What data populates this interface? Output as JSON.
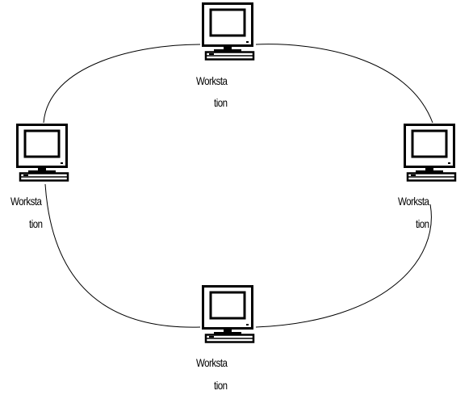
{
  "diagram": {
    "nodes": [
      {
        "id": "top",
        "label_line1": "Worksta",
        "label_line2": "tion"
      },
      {
        "id": "left",
        "label_line1": "Worksta",
        "label_line2": "tion"
      },
      {
        "id": "right",
        "label_line1": "Worksta",
        "label_line2": "tion"
      },
      {
        "id": "bottom",
        "label_line1": "Worksta",
        "label_line2": "tion"
      }
    ],
    "edges": [
      {
        "from": "top",
        "to": "right"
      },
      {
        "from": "right",
        "to": "bottom"
      },
      {
        "from": "bottom",
        "to": "left"
      },
      {
        "from": "left",
        "to": "top"
      }
    ],
    "colors": {
      "line": "#000000",
      "screen": "#ffffff",
      "background": "#ffffff"
    },
    "icon": "desktop-computer-icon"
  }
}
